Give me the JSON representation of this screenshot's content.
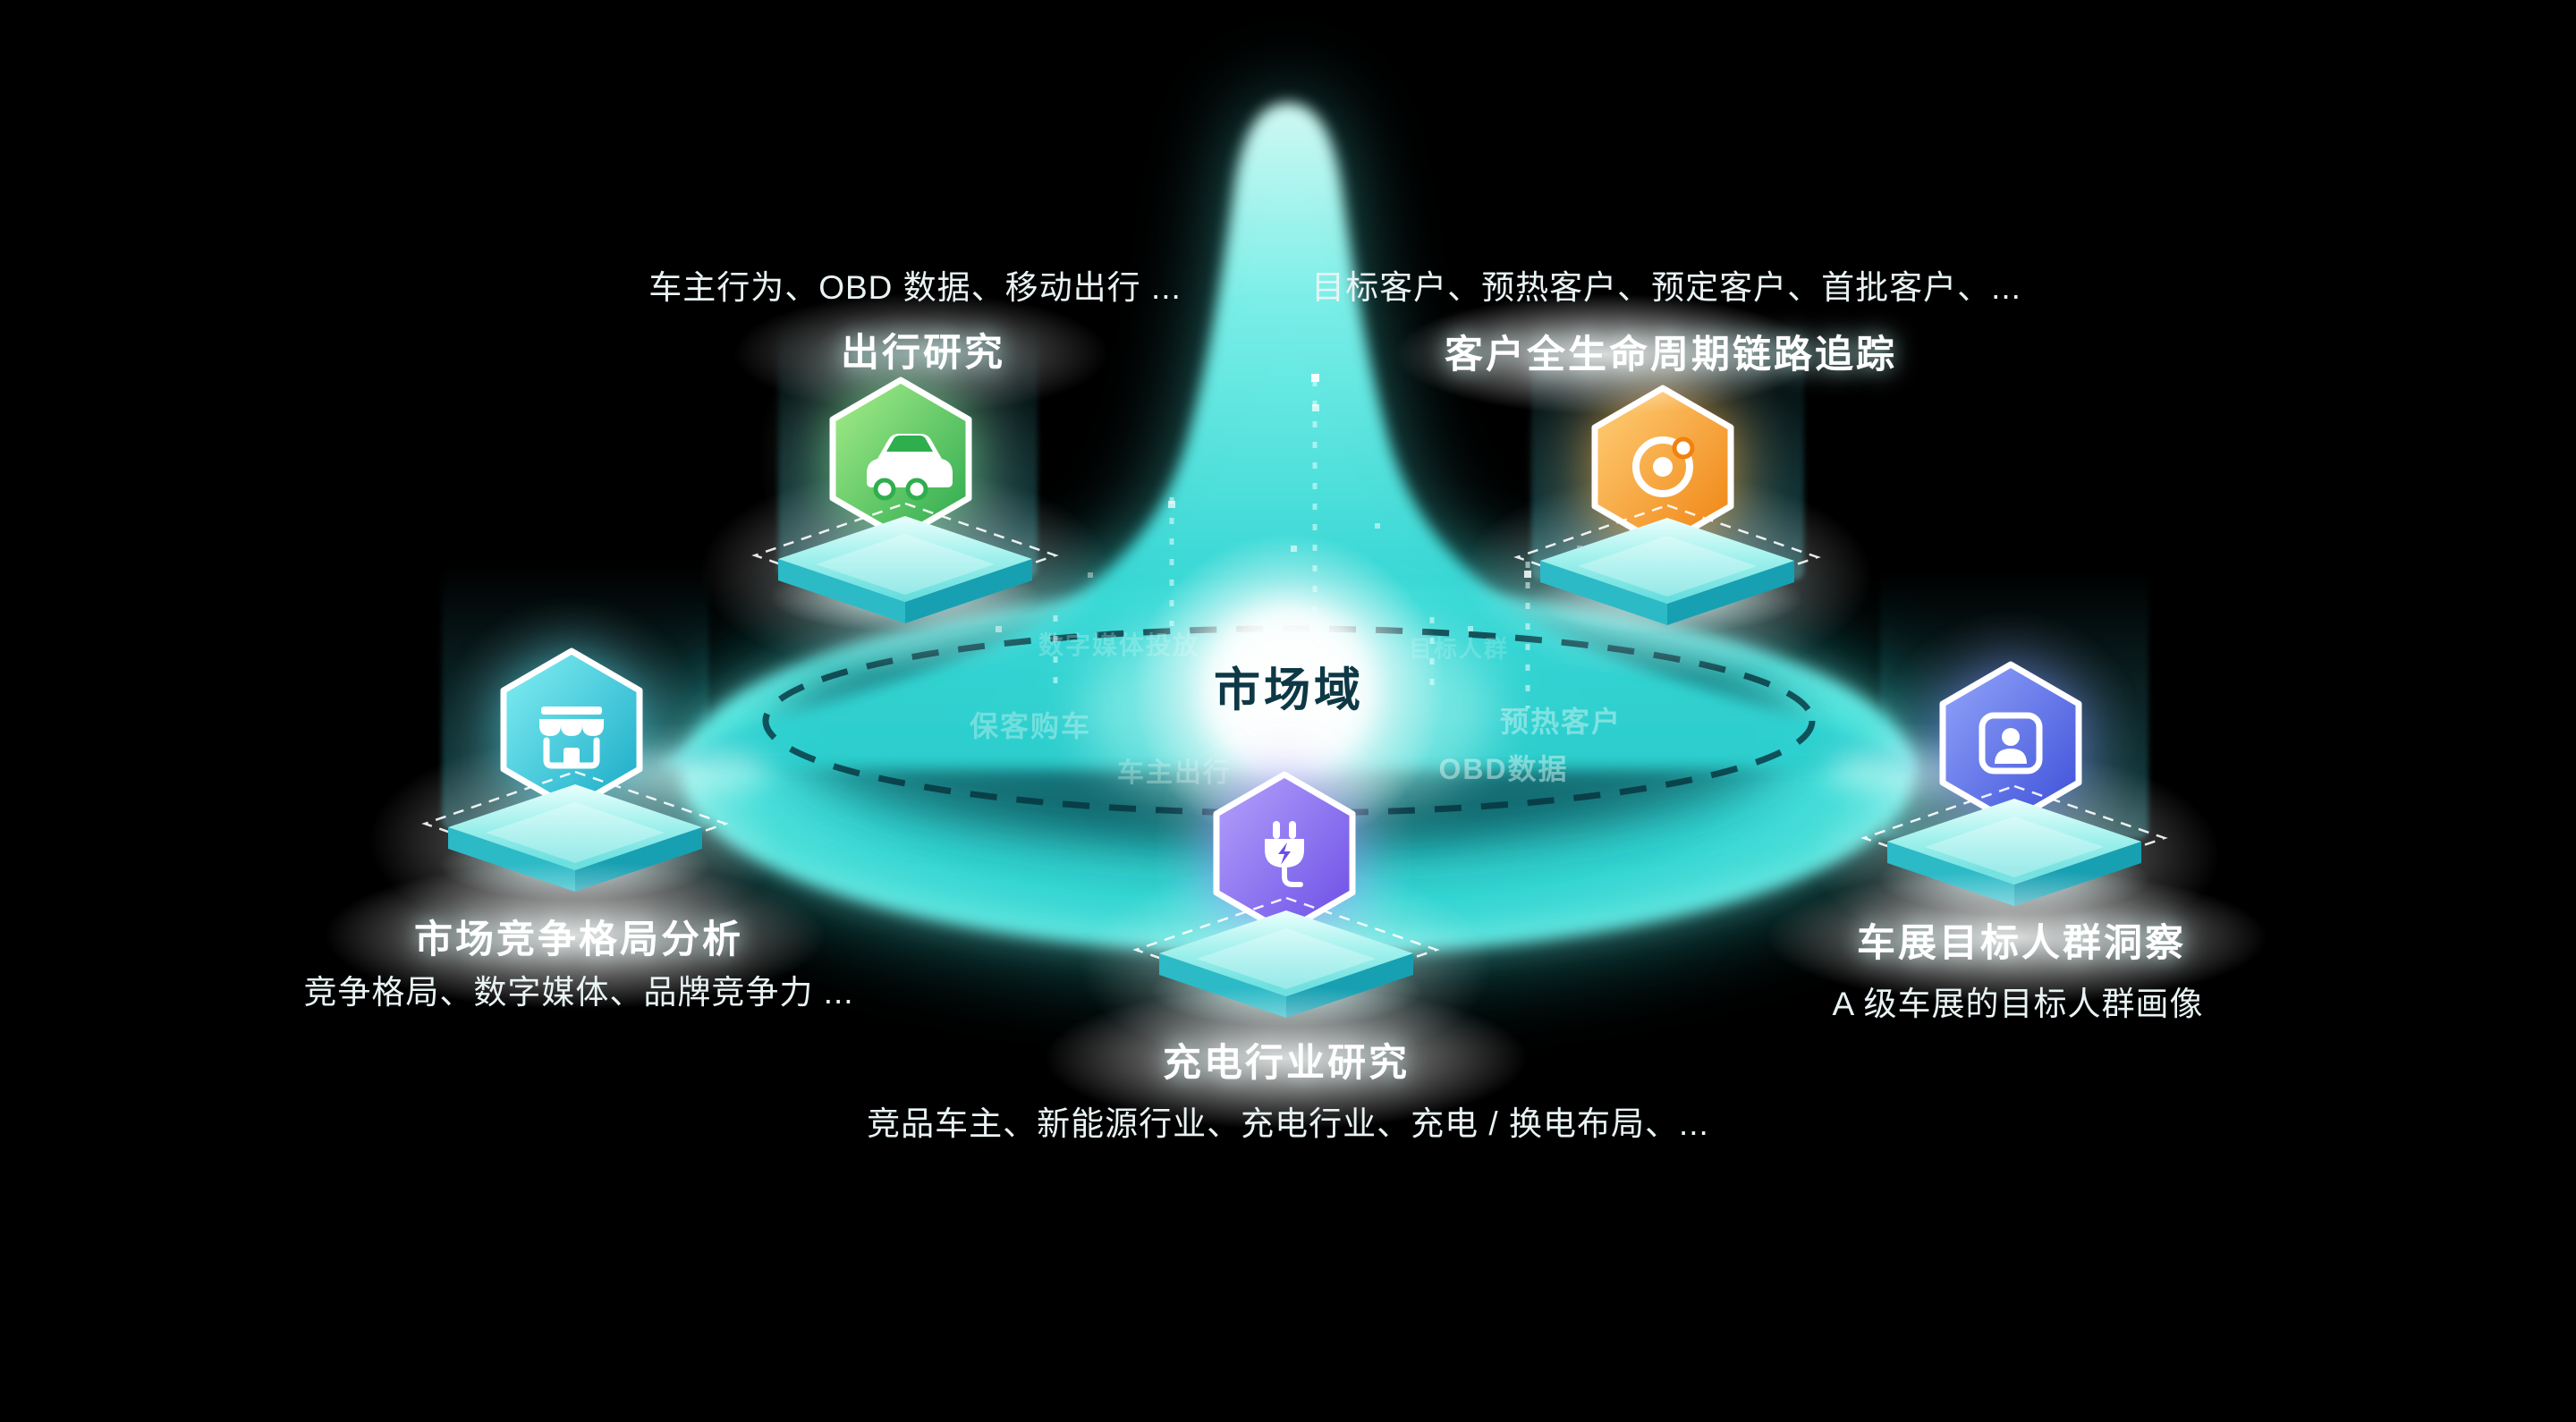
{
  "scene": {
    "bg_color": "#000000",
    "accent_teal": "#2fd7d5",
    "center_label": "市场域",
    "center_text_color": "#0d3845"
  },
  "nodes": [
    {
      "id": "travel-research",
      "title": "出行研究",
      "caption": "车主行为、OBD 数据、移动出行 ...",
      "icon": "car-icon",
      "color": "#2fae4e"
    },
    {
      "id": "customer-lifecycle",
      "title": "客户全生命周期链路追踪",
      "caption": "目标客户、预热客户、预定客户、首批客户、...",
      "icon": "orbit-icon",
      "color": "#f2820e"
    },
    {
      "id": "market-competition",
      "title": "市场竞争格局分析",
      "caption": "竞争格局、数字媒体、品牌竞争力 ...",
      "icon": "storefront-icon",
      "color": "#1fb3cd"
    },
    {
      "id": "audience-insight",
      "title": "车展目标人群洞察",
      "caption": "A 级车展的目标人群画像",
      "icon": "person-card-icon",
      "color": "#4353dc"
    },
    {
      "id": "charging-research",
      "title": "充电行业研究",
      "caption": "竞品车主、新能源行业、充电行业、充电 / 换电布局、...",
      "icon": "plug-icon",
      "color": "#6d4fe8"
    }
  ],
  "ghosts": [
    "数字媒体投放",
    "目标人群",
    "保客购车",
    "预热客户",
    "车主出行",
    "OBD数据"
  ]
}
